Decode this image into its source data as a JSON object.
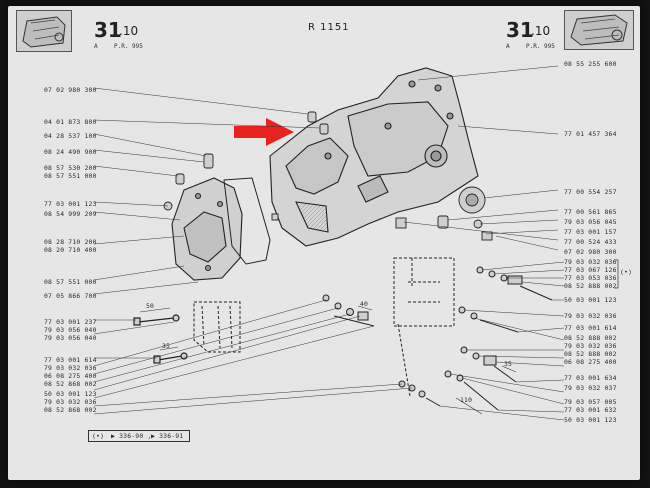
{
  "header": {
    "left_section": "31",
    "left_sub": ".10",
    "left_codes": [
      "A",
      "P.R. 995"
    ],
    "center_title": "R 1151",
    "right_section": "31",
    "right_sub": ".10",
    "right_codes": [
      "A",
      "P.R. 995"
    ]
  },
  "arrow_color": "#e8231e",
  "left_labels": [
    "07 02 980 300",
    "04 01 873 800",
    "04 28 537 100",
    "08 24 490 900",
    "08 57 530 200",
    "08 57 551 000",
    "77 03 001 123",
    "08 54 999 209",
    "08 28 710 200",
    "08 20 710 400",
    "08 57 551 000",
    "07 05 866 700",
    "77 03 001 237",
    "79 03 056 040",
    "79 03 056 040",
    "77 03 001 614",
    "79 03 032 036",
    "06 08 275 400",
    "08 52 868 002",
    "50 03 001 123",
    "79 03 032 036",
    "08 52 868 002"
  ],
  "right_labels": [
    "08 55 255 600",
    "77 01 457 364",
    "77 00 554 257",
    "77 00 561 865",
    "79 03 056 045",
    "77 03 001 157",
    "77 00 524 433",
    "07 02 980 300",
    "79 03 032 036",
    "77 03 067 126",
    "77 03 053 036",
    "08 52 888 002",
    "50 03 001 123",
    "79 03 032 036",
    "77 03 001 614",
    "08 52 888 002",
    "79 03 032 036",
    "08 52 888 002",
    "06 08 275 400",
    "77 03 001 634",
    "79 03 032 037",
    "79 03 057 005",
    "77 03 001 632",
    "50 03 001 123"
  ],
  "dims": [
    "50",
    "35",
    "40",
    "35",
    "110"
  ],
  "footnote": {
    "mark": "(•)",
    "text1": "▶ 336-90 ,",
    "text2": "▶ 336-91"
  },
  "side_mark": "(•)"
}
